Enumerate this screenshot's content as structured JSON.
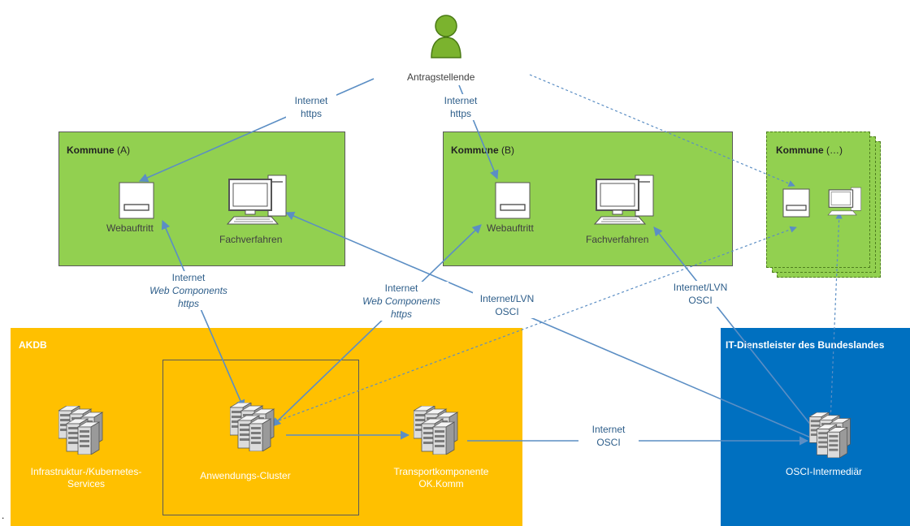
{
  "user": {
    "label": "Antragstellende"
  },
  "kommune_a": {
    "title": "Kommune",
    "suffix": "(A)",
    "web_label": "Webauftritt",
    "fach_label": "Fachverfahren"
  },
  "kommune_b": {
    "title": "Kommune",
    "suffix": "(B)",
    "web_label": "Webauftritt",
    "fach_label": "Fachverfahren"
  },
  "kommune_c": {
    "title": "Kommune",
    "suffix": "(…)"
  },
  "akdb": {
    "title": "AKDB",
    "infra_label_1": "Infrastruktur-/Kubernetes-",
    "infra_label_2": "Services",
    "cluster_label": "Anwendungs-Cluster",
    "transport_label_1": "Transportkomponente",
    "transport_label_2": "OK.Komm"
  },
  "it": {
    "title": "IT-Dienstleister des Bundeslandes",
    "osci_label": "OSCI-Intermediär"
  },
  "edges": {
    "e1": {
      "l1": "Internet",
      "l2": "https"
    },
    "e2": {
      "l1": "Internet",
      "l2": "https"
    },
    "e3": {
      "l1": "Internet",
      "l2": "Web Components",
      "l3": "https"
    },
    "e4": {
      "l1": "Internet",
      "l2": "Web Components",
      "l3": "https"
    },
    "e5": {
      "l1": "Internet/LVN",
      "l2": "OSCI"
    },
    "e6": {
      "l1": "Internet/LVN",
      "l2": "OSCI"
    },
    "e7": {
      "l1": "Internet",
      "l2": "OSCI"
    }
  },
  "footnote": ".",
  "colors": {
    "green": "#92d050",
    "orange": "#ffc000",
    "blue": "#0070c0",
    "line": "#5b8ec4",
    "avatar": "#7bb32e"
  },
  "icons": [
    "user-icon",
    "web-page-icon",
    "computer-icon",
    "server-cluster-icon"
  ]
}
